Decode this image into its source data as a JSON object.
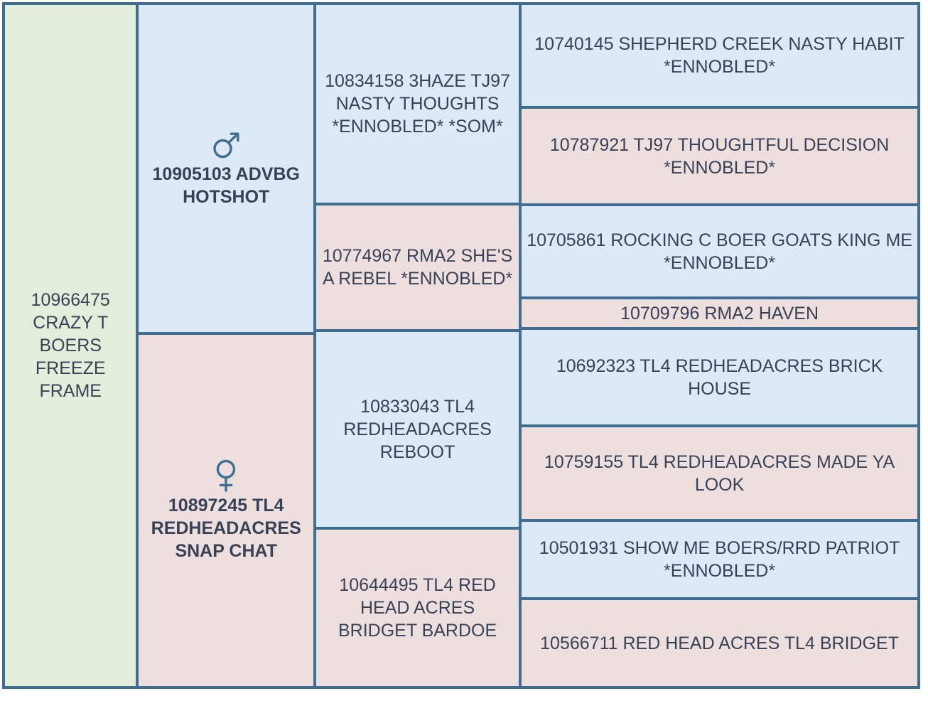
{
  "colors": {
    "border": "#3f6e92",
    "subject_fill": "#e3eeda",
    "male_fill": "#dce9f6",
    "female_fill": "#eedfdf",
    "text": "#384257",
    "icon": "#3f6e92"
  },
  "chart_data": {
    "type": "table",
    "title": "",
    "generations": 4,
    "subject": {
      "id": "10966475",
      "name": "10966475 CRAZY T BOERS FREEZE FRAME",
      "sex": "unknown",
      "fill": "subject"
    },
    "parents": [
      {
        "id": "10905103",
        "name": "10905103 ADVBG HOTSHOT",
        "sex": "male",
        "icon": "male-symbol-icon",
        "fill": "male"
      },
      {
        "id": "10897245",
        "name": "10897245 TL4 REDHEADACRES SNAP CHAT",
        "sex": "female",
        "icon": "female-symbol-icon",
        "fill": "female"
      }
    ],
    "grandparents": [
      {
        "id": "10834158",
        "name": "10834158 3HAZE TJ97 NASTY THOUGHTS *ENNOBLED* *SOM*",
        "sex": "male",
        "fill": "male"
      },
      {
        "id": "10774967",
        "name": "10774967 RMA2 SHE'S A REBEL *ENNOBLED*",
        "sex": "female",
        "fill": "female"
      },
      {
        "id": "10833043",
        "name": "10833043 TL4 REDHEADACRES REBOOT",
        "sex": "male",
        "fill": "male"
      },
      {
        "id": "10644495",
        "name": "10644495 TL4 RED HEAD ACRES BRIDGET BARDOE",
        "sex": "female",
        "fill": "female"
      }
    ],
    "great_grandparents": [
      {
        "id": "10740145",
        "name": "10740145 SHEPHERD CREEK NASTY HABIT *ENNOBLED*",
        "sex": "male",
        "fill": "male"
      },
      {
        "id": "10787921",
        "name": "10787921 TJ97 THOUGHTFUL DECISION *ENNOBLED*",
        "sex": "female",
        "fill": "female"
      },
      {
        "id": "10705861",
        "name": "10705861 ROCKING C BOER GOATS KING ME *ENNOBLED*",
        "sex": "male",
        "fill": "male"
      },
      {
        "id": "10709796",
        "name": "10709796 RMA2 HAVEN",
        "sex": "female",
        "fill": "female"
      },
      {
        "id": "10692323",
        "name": "10692323 TL4 REDHEADACRES BRICK HOUSE",
        "sex": "male",
        "fill": "male"
      },
      {
        "id": "10759155",
        "name": "10759155 TL4 REDHEADACRES MADE YA LOOK",
        "sex": "female",
        "fill": "female"
      },
      {
        "id": "10501931",
        "name": "10501931 SHOW ME BOERS/RRD PATRIOT *ENNOBLED*",
        "sex": "male",
        "fill": "male"
      },
      {
        "id": "10566711",
        "name": "10566711 RED HEAD ACRES TL4 BRIDGET",
        "sex": "female",
        "fill": "female"
      }
    ]
  }
}
